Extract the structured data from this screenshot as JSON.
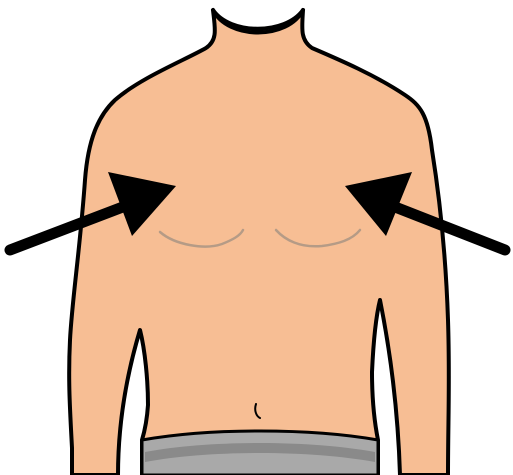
{
  "illustration": {
    "subject": "torso-front-view",
    "arrow_count": 2,
    "arrows": [
      {
        "side": "left",
        "points_to": "chest"
      },
      {
        "side": "right",
        "points_to": "chest"
      }
    ]
  },
  "colors": {
    "background": "#ffffff",
    "skin": "#F7BE94",
    "outline": "#000000",
    "chest_lines": "#B59B86",
    "waistband": "#A9A9A9",
    "waistband_stripe": "#8A8A8A",
    "arrow": "#000000"
  }
}
